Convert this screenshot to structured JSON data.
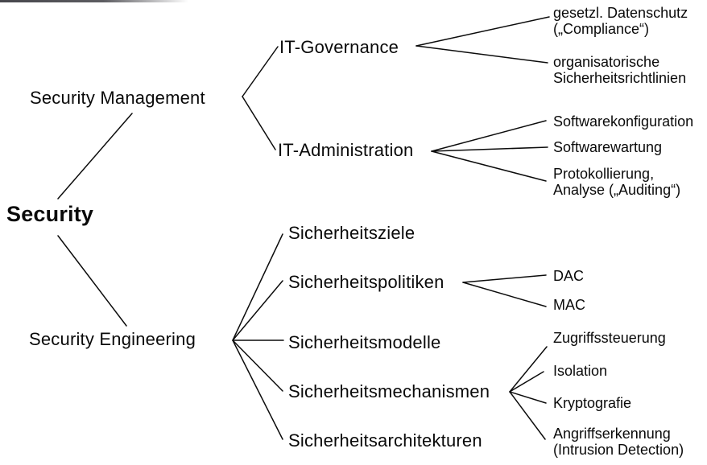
{
  "diagram": {
    "title": "Security taxonomy mind map",
    "language": "de",
    "colors": {
      "background": "#ffffff",
      "text": "#0a0a0a",
      "line": "#0c0c0c"
    },
    "tree": {
      "root": {
        "label": "Security"
      },
      "branches": [
        {
          "label": "Security Management",
          "children": [
            {
              "label": "IT-Governance",
              "children": [
                {
                  "label": "gesetzl. Datenschutz\n(„Compliance“)"
                },
                {
                  "label": "organisatorische\nSicherheitsrichtlinien"
                }
              ]
            },
            {
              "label": "IT-Administration",
              "children": [
                {
                  "label": "Softwarekonfiguration"
                },
                {
                  "label": "Softwarewartung"
                },
                {
                  "label": "Protokollierung,\nAnalyse („Auditing“)"
                }
              ]
            }
          ]
        },
        {
          "label": "Security Engineering",
          "children": [
            {
              "label": "Sicherheitsziele",
              "children": []
            },
            {
              "label": "Sicherheitspolitiken",
              "children": [
                {
                  "label": "DAC"
                },
                {
                  "label": "MAC"
                }
              ]
            },
            {
              "label": "Sicherheitsmodelle",
              "children": []
            },
            {
              "label": "Sicherheitsmechanismen",
              "children": [
                {
                  "label": "Zugriffssteuerung"
                },
                {
                  "label": "Isolation"
                },
                {
                  "label": "Kryptografie"
                },
                {
                  "label": "Angriffserkennung\n(Intrusion Detection)"
                }
              ]
            },
            {
              "label": "Sicherheitsarchitekturen",
              "children": []
            }
          ]
        }
      ]
    }
  }
}
